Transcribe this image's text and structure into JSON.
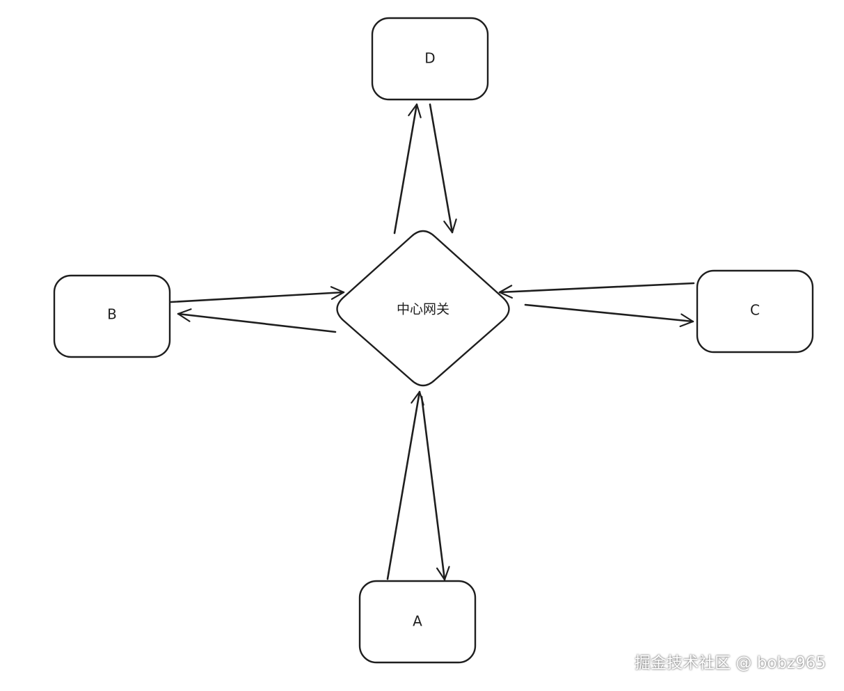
{
  "diagram": {
    "center": {
      "label": "中心网关"
    },
    "nodes": {
      "d": {
        "label": "D"
      },
      "b": {
        "label": "B"
      },
      "c": {
        "label": "C"
      },
      "a": {
        "label": "A"
      }
    },
    "colors": {
      "stroke": "#1e1e1e",
      "background": "#ffffff"
    }
  },
  "watermark": {
    "text": "掘金技术社区 @ bobz965"
  }
}
